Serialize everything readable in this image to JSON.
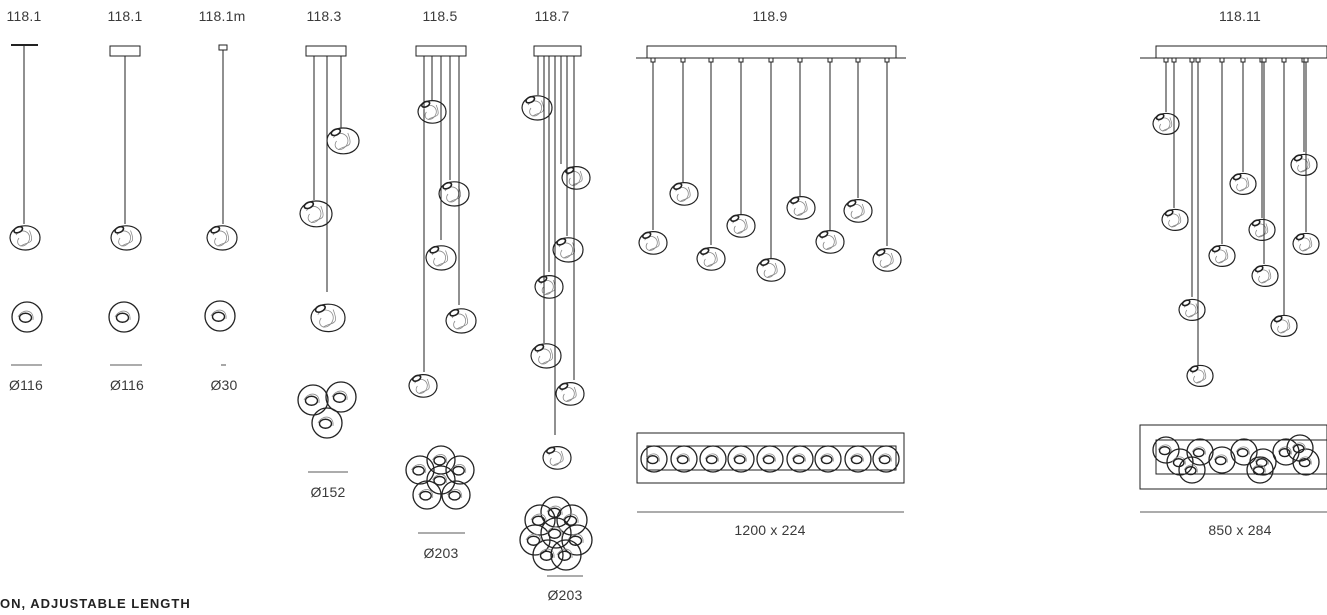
{
  "models": [
    {
      "id": "118.1",
      "model": "118.1",
      "dimension": "Ø116"
    },
    {
      "id": "118.1b",
      "model": "118.1",
      "dimension": "Ø116"
    },
    {
      "id": "118.1m",
      "model": "118.1m",
      "dimension": "Ø30"
    },
    {
      "id": "118.3",
      "model": "118.3",
      "dimension": "Ø152"
    },
    {
      "id": "118.5",
      "model": "118.5",
      "dimension": "Ø203"
    },
    {
      "id": "118.7",
      "model": "118.7",
      "dimension": "Ø203"
    },
    {
      "id": "118.9",
      "model": "118.9",
      "dimension": "1200 x 224"
    },
    {
      "id": "118.11",
      "model": "118.11",
      "dimension": "850 x 284"
    }
  ],
  "footnote": "ON, ADJUSTABLE LENGTH",
  "colors": {
    "line": "#222222",
    "glass": "#8a8a8a",
    "text": "#3a3a3a"
  }
}
